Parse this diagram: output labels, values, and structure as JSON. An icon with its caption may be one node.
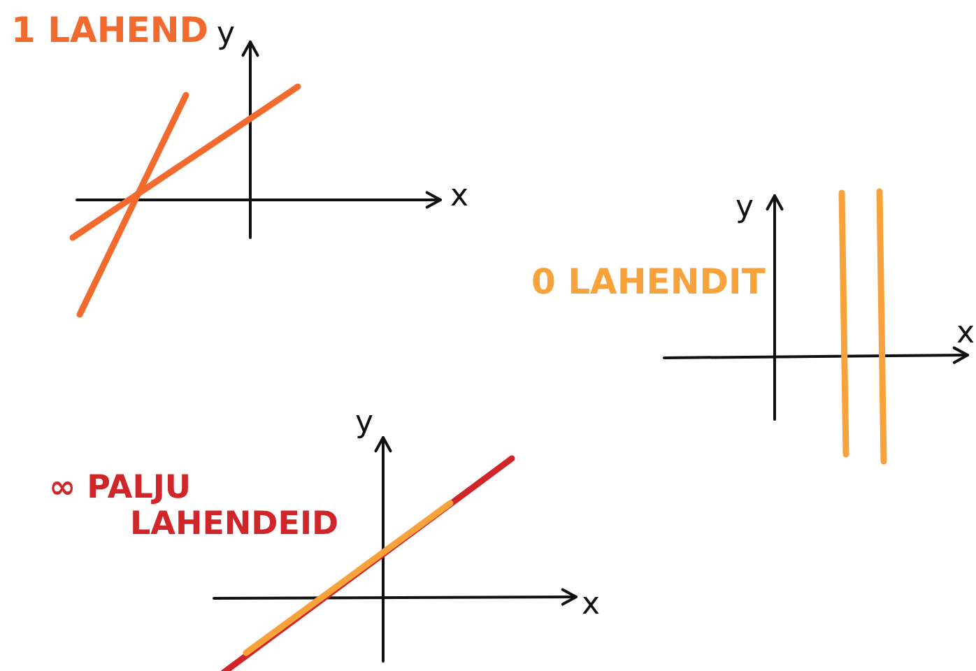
{
  "diagram": {
    "labels": [
      "1 LAHEND",
      "y",
      "x",
      "y",
      "0 LAHENDIT",
      "x",
      "y",
      "∞ PALJU LAHENDEID",
      "x"
    ]
  }
}
